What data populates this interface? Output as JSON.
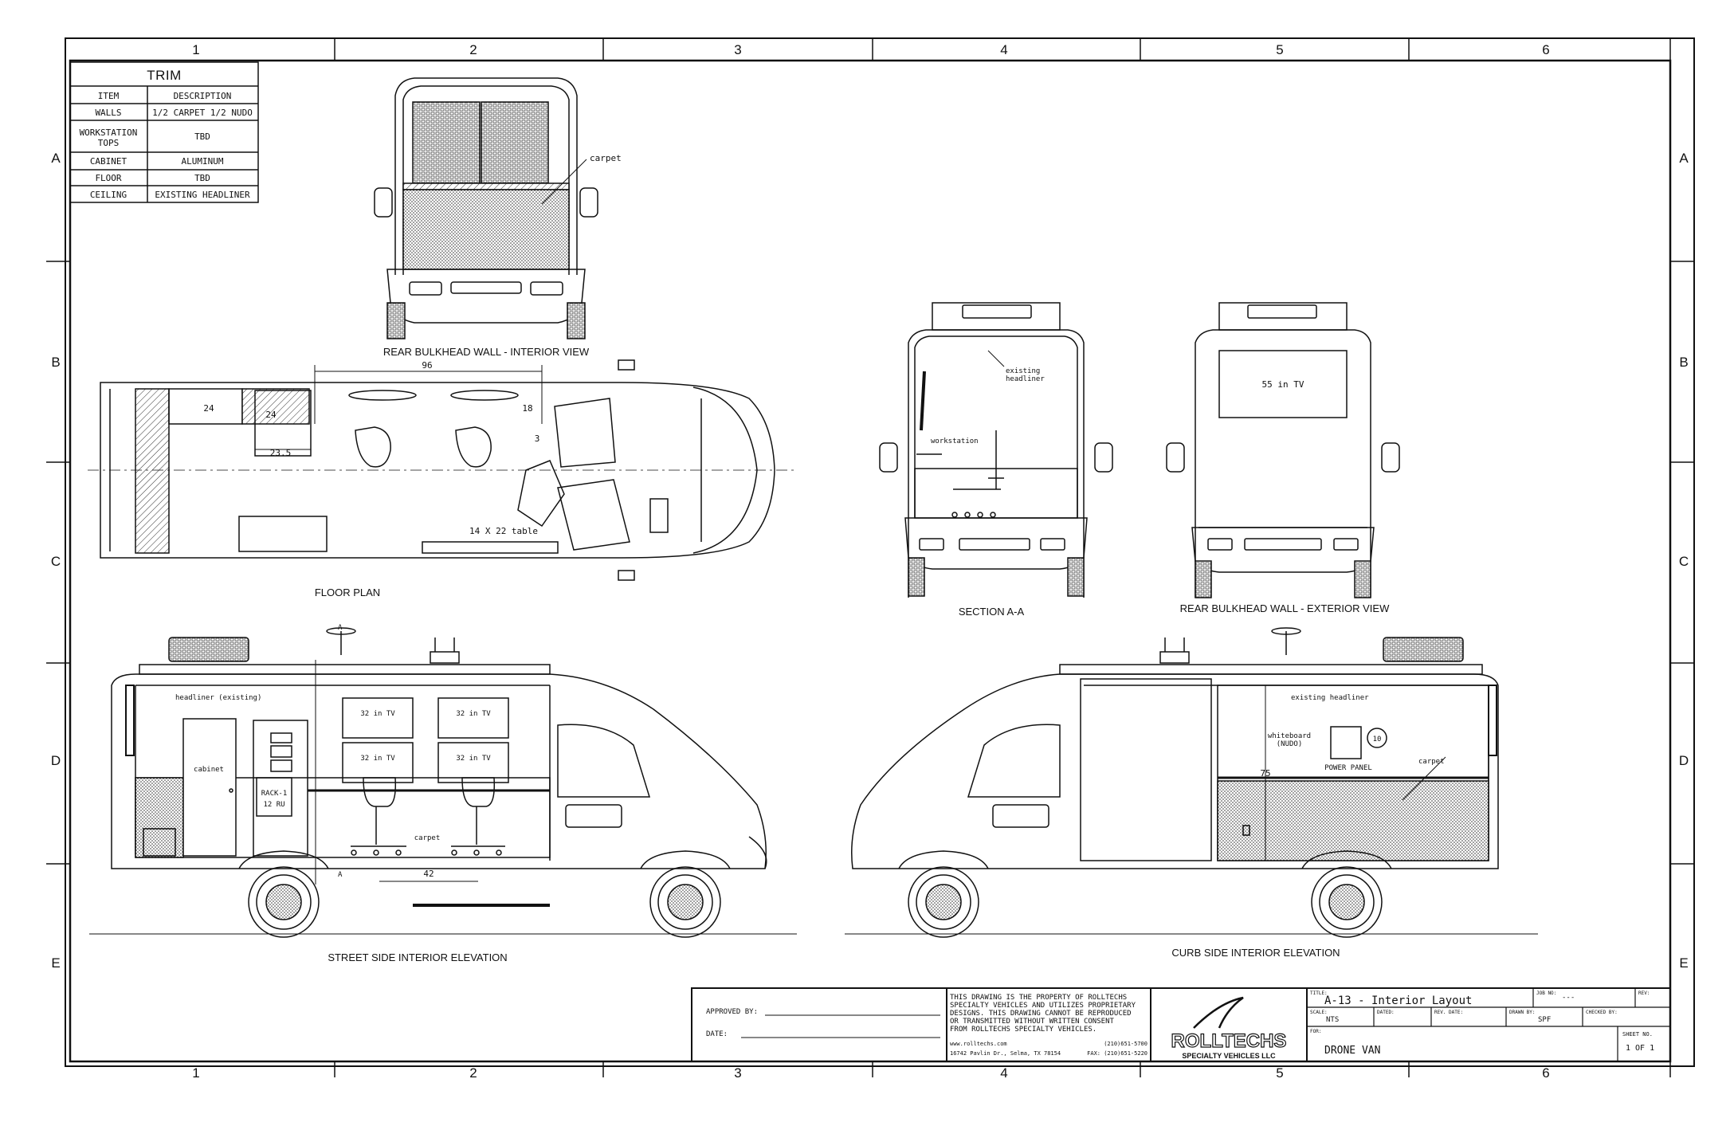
{
  "grid": {
    "columns": [
      "1",
      "2",
      "3",
      "4",
      "5",
      "6"
    ],
    "rows": [
      "A",
      "B",
      "C",
      "D",
      "E"
    ]
  },
  "trim_table": {
    "title": "TRIM",
    "header": {
      "item": "ITEM",
      "description": "DESCRIPTION"
    },
    "rows": [
      {
        "item": "WALLS",
        "description": "1/2 CARPET 1/2 NUDO"
      },
      {
        "item": "WORKSTATION TOPS",
        "description": "TBD"
      },
      {
        "item": "CABINET",
        "description": "ALUMINUM"
      },
      {
        "item": "FLOOR",
        "description": "TBD"
      },
      {
        "item": "CEILING",
        "description": "EXISTING HEADLINER"
      }
    ]
  },
  "views": {
    "rear_interior": "REAR BULKHEAD WALL - INTERIOR VIEW",
    "floor_plan": "FLOOR PLAN",
    "section": "SECTION  A-A",
    "rear_exterior": "REAR BULKHEAD WALL - EXTERIOR VIEW",
    "street_side": "STREET SIDE INTERIOR ELEVATION",
    "curb_side": "CURB SIDE INTERIOR ELEVATION"
  },
  "annotations": {
    "carpet": "carpet",
    "dim_96": "96",
    "dim_24a": "24",
    "dim_24b": "24",
    "dim_23_5": "23.5",
    "dim_18": "18",
    "dim_3": "3",
    "table": "14  X  22  table",
    "existing_headliner_2line_1": "existing",
    "existing_headliner_2line_2": "headliner",
    "workstation": "workstation",
    "tv_55": "55 in TV",
    "headliner_existing": "headliner (existing)",
    "cabinet": "cabinet",
    "tv_32": "32 in TV",
    "rack_1": "RACK-1",
    "rack_2": "12 RU",
    "carpet_street": "carpet",
    "dim_42": "42",
    "section_marker": "A",
    "existing_headliner": "existing headliner",
    "whiteboard_1": "whiteboard",
    "whiteboard_2": "(NUDO)",
    "power_panel": "POWER PANEL",
    "circle_10": "10",
    "dim_75": "75",
    "carpet_curb": "carpet"
  },
  "title_block": {
    "approved_by": "APPROVED BY:",
    "date": "DATE:",
    "notice": [
      "THIS DRAWING IS THE PROPERTY OF ROLLTECHS",
      "SPECIALTY VEHICLES AND UTILIZES PROPRIETARY",
      "DESIGNS.  THIS DRAWING CANNOT BE REPRODUCED",
      "OR TRANSMITTED WITHOUT WRITTEN CONSENT",
      "FROM ROLLTECHS SPECIALTY VEHICLES."
    ],
    "website": "www.rolltechs.com",
    "phone": "(210)651-5700",
    "address": "16742 Pavlin Dr., Selma, TX 78154",
    "fax": "FAX: (210)651-5220",
    "logo_main": "ROLLTECHS",
    "logo_sub": "SPECIALTY VEHICLES LLC",
    "title_label": "TITLE:",
    "title_value": "A-13 - Interior Layout",
    "job_no_label": "JOB NO:",
    "job_no_value": "---",
    "rev_label": "REV:",
    "scale_label": "SCALE:",
    "scale_value": "NTS",
    "dated_label": "DATED:",
    "rev_date_label": "REV. DATE:",
    "drawn_by_label": "DRAWN BY:",
    "drawn_by_value": "SPF",
    "checked_by_label": "CHECKED BY:",
    "for_label": "FOR:",
    "for_value": "DRONE VAN",
    "sheet_label": "SHEET NO.",
    "sheet_value": "1 OF 1"
  }
}
